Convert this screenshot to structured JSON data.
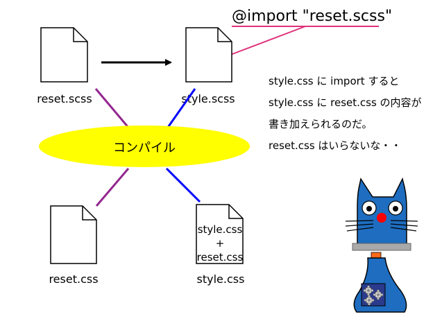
{
  "title": "@import \"reset.scss\"",
  "files": {
    "source_reset": "reset.scss",
    "source_style": "style.scss",
    "output_reset": "reset.css",
    "output_style": "style.css"
  },
  "compile_label": "コンパイル",
  "bundle_lines": [
    "style.css",
    "+",
    "reset.css"
  ],
  "note_lines": [
    "style.css に import すると",
    "style.css に reset.css の内容が",
    "書き加えられるのだ。",
    "reset.css はいらないな・・"
  ],
  "colors": {
    "ellipse": "#ffff00",
    "purple_line": "#93278f",
    "blue_line": "#0000ff",
    "pink_line": "#e0307a",
    "cat_blue": "#1e6dc0",
    "cat_nose": "#ff0000"
  }
}
